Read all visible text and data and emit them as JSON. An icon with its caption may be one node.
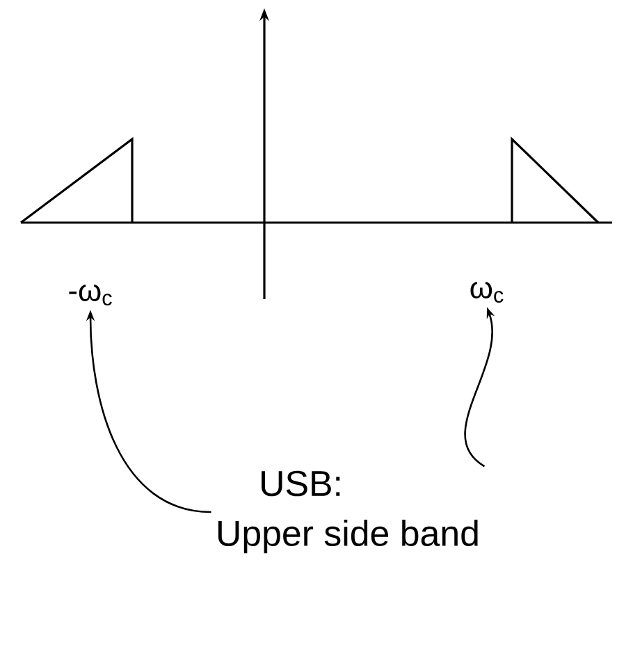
{
  "diagram": {
    "nodes": [
      {
        "text": [
          "-ω$_{c}$"
        ]
      },
      {
        "text": [
          "ω$_{c}$"
        ]
      },
      {
        "text": [
          "USB:",
          "Upper side band"
        ]
      }
    ],
    "edges": [
      {
        "from": 2,
        "to": 0,
        "arrow": "to"
      },
      {
        "from": 2,
        "to": 1,
        "arrow": "to"
      }
    ]
  }
}
